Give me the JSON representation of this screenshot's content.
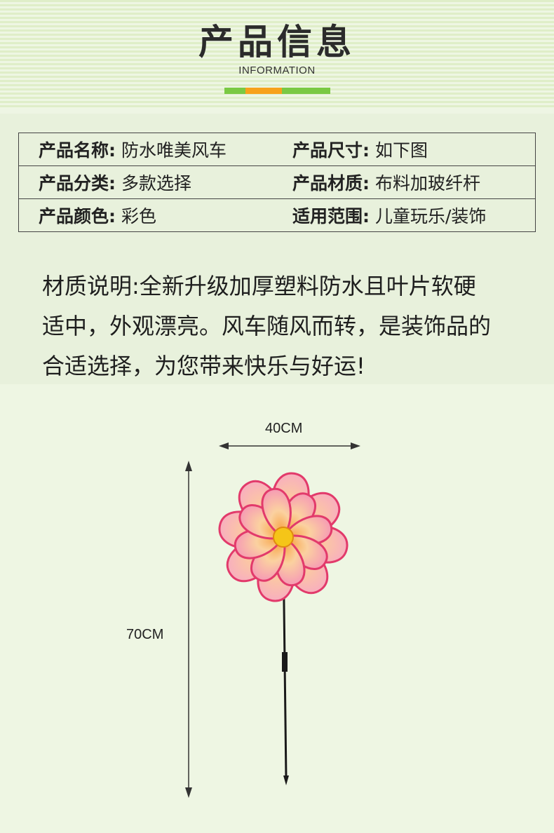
{
  "header": {
    "title": "产品信息",
    "subtitle": "INFORMATION",
    "accent_colors": [
      "#7ac943",
      "#f7a21b"
    ]
  },
  "spec": {
    "rows": [
      {
        "l_label": "产品名称:",
        "l_value": "防水唯美风车",
        "r_label": "产品尺寸:",
        "r_value": "如下图"
      },
      {
        "l_label": "产品分类:",
        "l_value": "多款选择",
        "r_label": "产品材质:",
        "r_value": "布料加玻纤杆"
      },
      {
        "l_label": "产品颜色:",
        "l_value": "彩色",
        "r_label": "适用范围:",
        "r_value": "儿童玩乐/装饰"
      }
    ]
  },
  "description": {
    "line1": "材质说明:全新升级加厚塑料防水且叶片软硬",
    "line2": "适中，外观漂亮。风车随风而转，是装饰品的",
    "line3": "合适选择，为您带来快乐与好运!"
  },
  "diagram": {
    "width_label": "40CM",
    "height_label": "70CM",
    "petal_color": "#f6a0b8",
    "center_color": "#f5c518"
  }
}
